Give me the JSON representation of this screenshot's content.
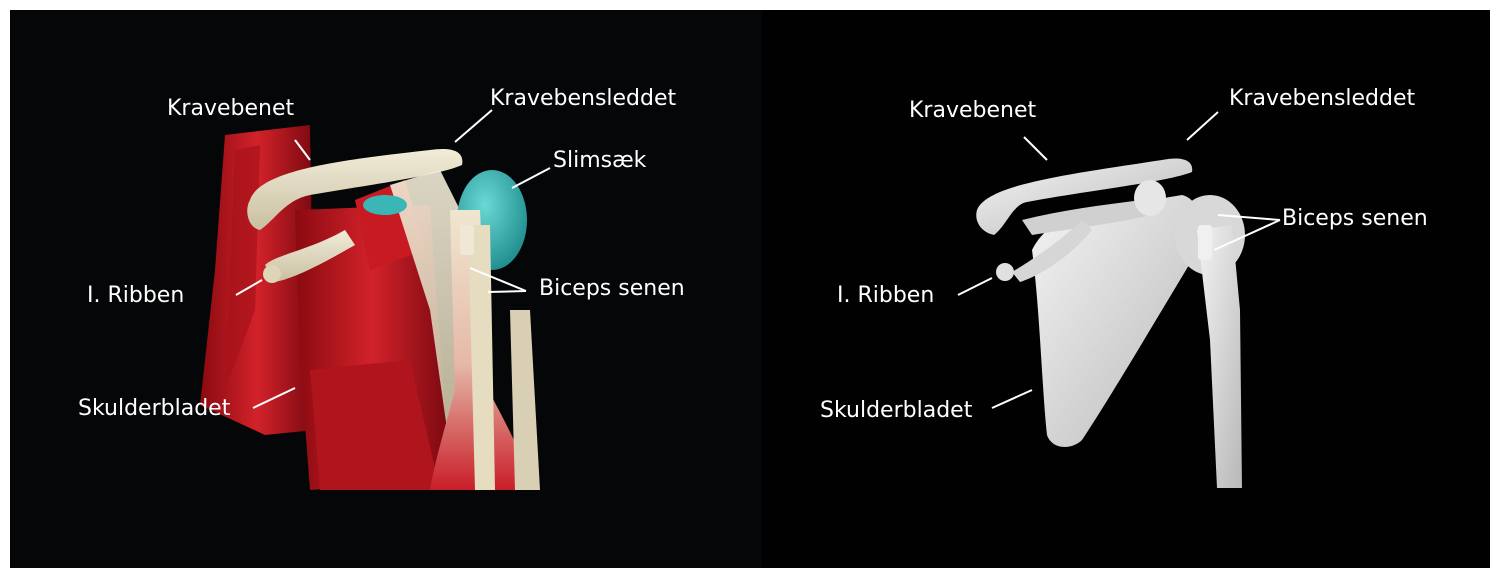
{
  "figure": {
    "left_panel": {
      "description": "3D render of the right shoulder with muscles, bones and bursa",
      "labels": {
        "kravebenet": "Kravebenet",
        "kravebensleddet": "Kravebensleddet",
        "slimsaek": "Slimsæk",
        "ribben": "I. Ribben",
        "biceps": "Biceps senen",
        "skulderbladet": "Skulderbladet"
      }
    },
    "right_panel": {
      "description": "3D render of shoulder bones only",
      "labels": {
        "kravebenet": "Kravebenet",
        "kravebensleddet": "Kravebensleddet",
        "ribben": "I. Ribben",
        "biceps": "Biceps senen",
        "skulderbladet": "Skulderbladet"
      }
    },
    "colors": {
      "muscle": "#c8141c",
      "bone": "#e8e0c8",
      "bursa": "#3cb4b4",
      "bone_gray": "#dcdcdc",
      "background": "#050608"
    }
  }
}
